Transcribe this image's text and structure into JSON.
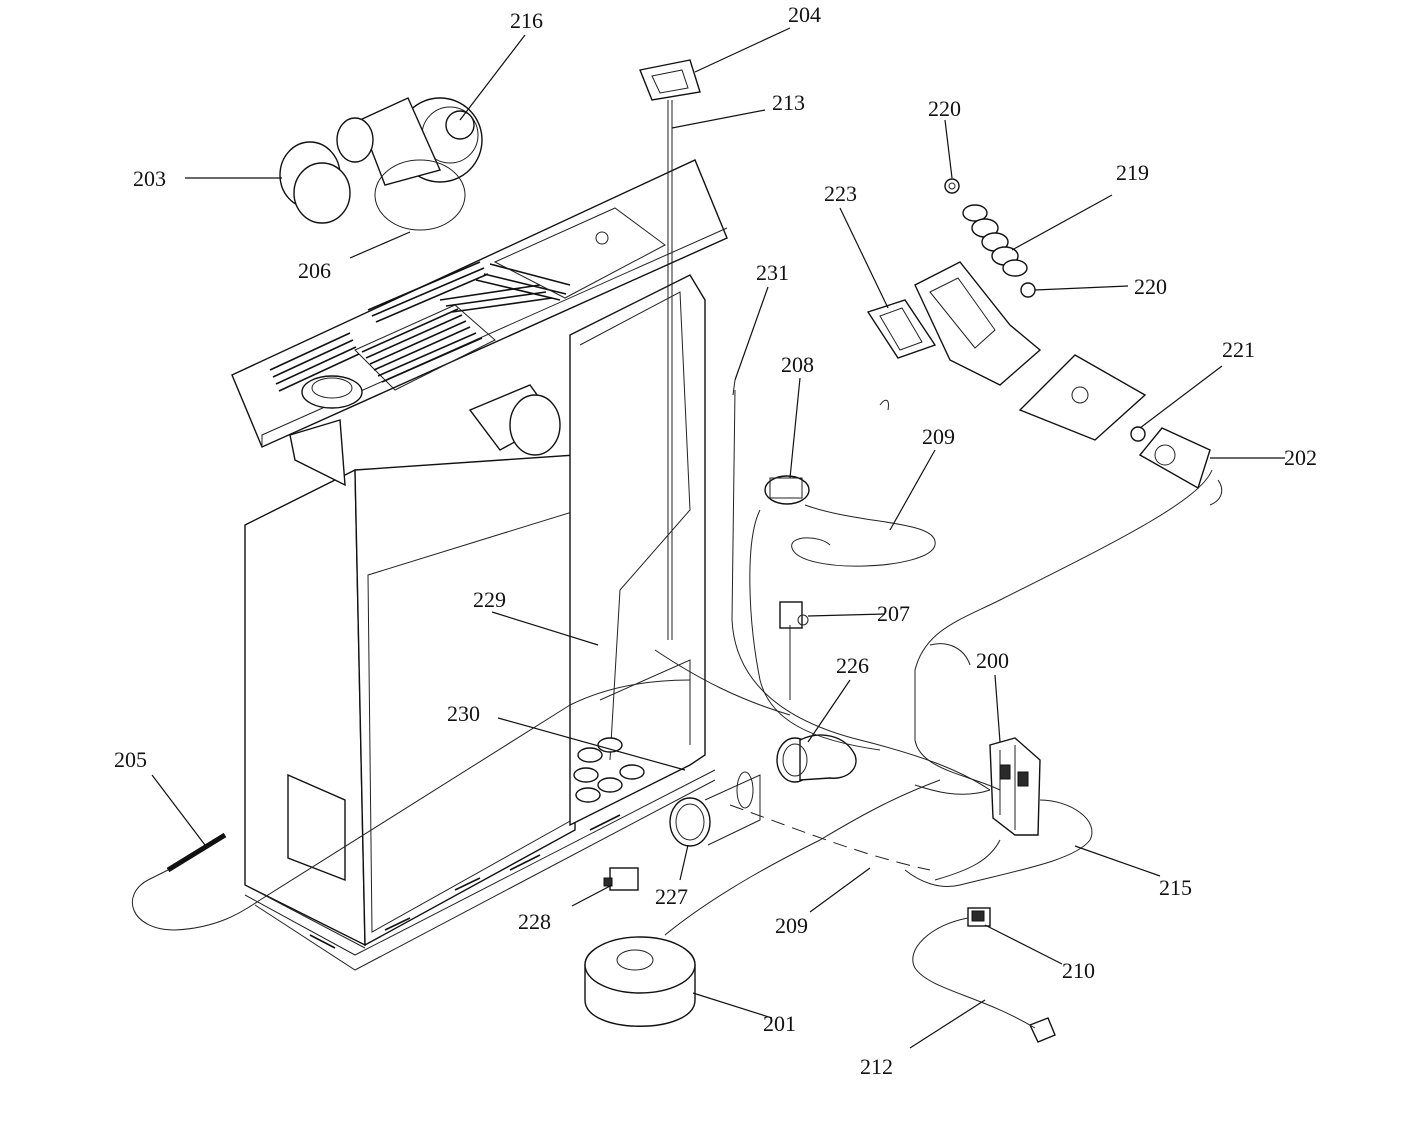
{
  "diagram": {
    "parts": [
      {
        "id": "p200",
        "label": "200"
      },
      {
        "id": "p201",
        "label": "201"
      },
      {
        "id": "p202",
        "label": "202"
      },
      {
        "id": "p203",
        "label": "203"
      },
      {
        "id": "p204",
        "label": "204"
      },
      {
        "id": "p205",
        "label": "205"
      },
      {
        "id": "p206",
        "label": "206"
      },
      {
        "id": "p207",
        "label": "207"
      },
      {
        "id": "p208",
        "label": "208"
      },
      {
        "id": "p209a",
        "label": "209"
      },
      {
        "id": "p209b",
        "label": "209"
      },
      {
        "id": "p210",
        "label": "210"
      },
      {
        "id": "p212",
        "label": "212"
      },
      {
        "id": "p213",
        "label": "213"
      },
      {
        "id": "p215",
        "label": "215"
      },
      {
        "id": "p216",
        "label": "216"
      },
      {
        "id": "p219",
        "label": "219"
      },
      {
        "id": "p220a",
        "label": "220"
      },
      {
        "id": "p220b",
        "label": "220"
      },
      {
        "id": "p221",
        "label": "221"
      },
      {
        "id": "p223",
        "label": "223"
      },
      {
        "id": "p226",
        "label": "226"
      },
      {
        "id": "p227",
        "label": "227"
      },
      {
        "id": "p228",
        "label": "228"
      },
      {
        "id": "p229",
        "label": "229"
      },
      {
        "id": "p230",
        "label": "230"
      },
      {
        "id": "p231",
        "label": "231"
      }
    ]
  }
}
